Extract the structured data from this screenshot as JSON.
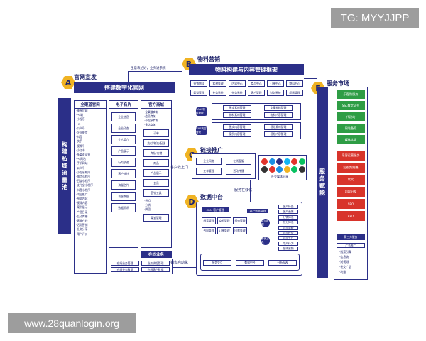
{
  "watermarks": {
    "top": "TG: MYYJJPP",
    "bottom": "www.28quanlogin.org"
  },
  "section_a": {
    "letter": "A",
    "title": "官网宣发",
    "bar": "搭建数字化官网",
    "side": [
      "构",
      "建",
      "私",
      "域",
      "流",
      "量",
      "池"
    ],
    "columns": [
      {
        "head": "全渠道官网",
        "items": [
          "·垂直官网",
          "·PC端",
          "·小程序",
          "·H5",
          "·公众号",
          "·企业微信",
          "·抖音",
          "·快手",
          "·视频号",
          "·小红书",
          "·多渠道运营",
          "·PC网站",
          "·手机网站",
          "·公众号",
          "·小程序矩阵",
          "·微信小程序",
          "·百度小程序",
          "·支付宝小程序",
          "·抖音小程序",
          "·内容推广",
          "·图文内容",
          "·视频内容",
          "·案例展示",
          "·产品目录",
          "·互动传播",
          "·客服在线",
          "·活动营销",
          "·社交分享",
          "·用户评价"
        ]
      },
      {
        "head": "电子名片",
        "items": [
          "企业信息",
          "企业动态",
          "个人简介",
          "产品展示",
          "行为轨迹",
          "客户统计",
          "海量名片",
          "访客数据",
          "数据资讯"
        ]
      },
      {
        "head": "官方商城",
        "items": [
          "·全渠道商城",
          "·会员商城",
          "·小程序商城",
          "·多店商城",
          "订单",
          "支付/物流/配送",
          "库存/仓储",
          "商品",
          "产品展示",
          "会员",
          "营销工具",
          "·折扣",
          "·分销",
          "·拼团",
          "渠道管理"
        ]
      }
    ],
    "online": {
      "title": "在线业务",
      "cells": [
        "在线业务管理",
        "业务流程管理",
        "在线业务数据",
        "在线客户数据"
      ]
    }
  },
  "section_b": {
    "letter": "B",
    "title": "物料营销",
    "bar": "物料构建与内容管理框架",
    "note": "生意表达好，业务进系统",
    "row1": [
      "营销物料",
      "素材管理",
      "内容中心",
      "商品中心",
      "订单中心",
      "物料中心"
    ],
    "row2": [
      "渠道管理",
      "业务系统",
      "任务系统",
      "客户管理",
      "财务系统",
      "权限管理"
    ],
    "groups": [
      {
        "label": "SAAS物料管理",
        "cells": [
          "图文素材管理",
          "物料素材管理",
          "文案物料管理",
          "物料内容管理"
        ]
      },
      {
        "label": "CMS内容管理",
        "cells": [
          "图文内容管理",
          "案例内容管理",
          "视频素材管理",
          "视频内容管理"
        ]
      }
    ]
  },
  "section_c": {
    "letter": "C",
    "title": "链接推广",
    "note": "客户找上门",
    "cells": [
      "企业网络",
      "在线客服",
      "工单管理",
      "活动传播"
    ],
    "social": "社交媒体分享"
  },
  "section_d": {
    "letter": "D",
    "title": "数据中台",
    "note": "服务在线化",
    "crm": "CRM 客户管理",
    "header2": "客户数据管理",
    "grid": [
      "线索管理",
      "商机管理",
      "报价管理",
      "合同管理",
      "订单管理",
      "回款管理"
    ],
    "center": "会员数据",
    "right": [
      "客户标签",
      "客户画像",
      "分销体系",
      "积分体系",
      "会员等级",
      "会员权益",
      "会员生日",
      "用户行为",
      "在线营销"
    ],
    "tools": "营销工具",
    "bottom": [
      "服务交互",
      "数据中台",
      "分析报表"
    ],
    "auto": "销售自动化"
  },
  "section_e": {
    "letter": "E",
    "title": "服务市场",
    "side": [
      "服",
      "务",
      "赋",
      "能"
    ],
    "green": [
      "乐客微服务",
      "SSL数字证书",
      "代建站",
      "网站备案",
      "媒体认证"
    ],
    "red": [
      "乐客运营服务",
      "短视频拍摄",
      "软文",
      "内容分发",
      "SEO",
      "RED"
    ],
    "box": {
      "head": "第三方服务",
      "sub": "广告推广",
      "items": [
        "·搜索引擎",
        "·信息流",
        "·短视频",
        "·社交广告",
        "·地推"
      ]
    }
  }
}
